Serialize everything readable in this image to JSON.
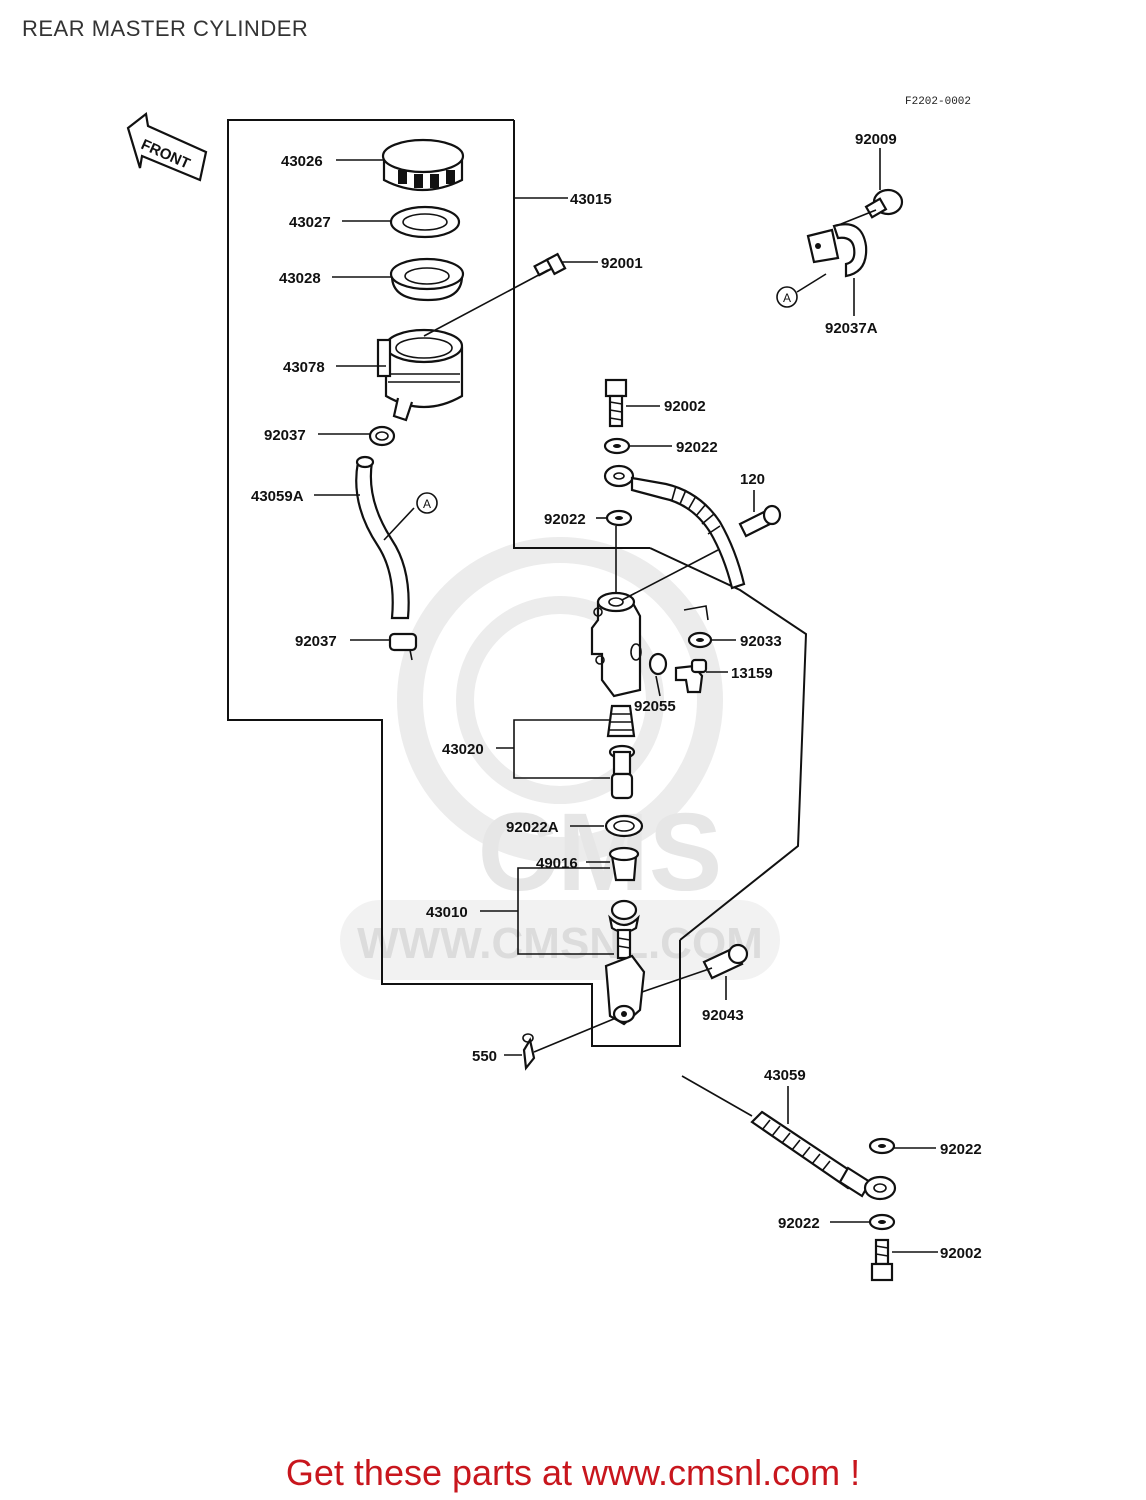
{
  "title": "REAR MASTER CYLINDER",
  "diagram_ref": "F2202-0002",
  "front_label": "FRONT",
  "circle_marker": "A",
  "watermark": {
    "logo": "CMS",
    "url": "WWW.CMSNL.COM"
  },
  "callouts": {
    "p43026": "43026",
    "p43027": "43027",
    "p43028": "43028",
    "p43078": "43078",
    "p92037a": "92037",
    "p43059A": "43059A",
    "p92037b": "92037",
    "p43015": "43015",
    "p92001": "92001",
    "p92009": "92009",
    "p92037A": "92037A",
    "p92002a": "92002",
    "p92022a": "92022",
    "p120": "120",
    "p92022b": "92022",
    "p92033": "92033",
    "p13159": "13159",
    "p92055": "92055",
    "p43020": "43020",
    "p92022A": "92022A",
    "p49016": "49016",
    "p43010": "43010",
    "p92043": "92043",
    "p550": "550",
    "p43059": "43059",
    "p92022c": "92022",
    "p92022d": "92022",
    "p92002b": "92002"
  },
  "footer_promo": "Get these parts at www.cmsnl.com !"
}
